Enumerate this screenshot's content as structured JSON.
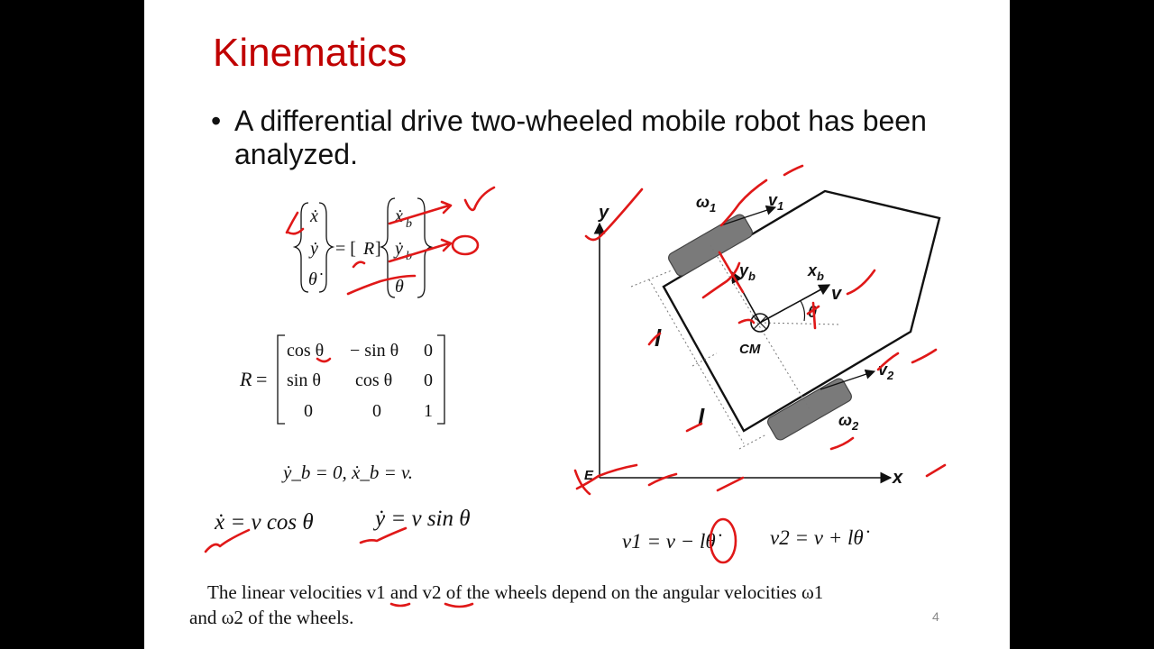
{
  "title": "Kinematics",
  "bullet": "A differential drive two-wheeled mobile robot has been analyzed.",
  "eq_constraints": "ẏ_b = 0,  ẋ_b = v.",
  "eq_xdot": "ẋ = v cos θ",
  "eq_ydot": "ẏ = v sin θ",
  "eq_v1": "v1 = v − lθ̇",
  "eq_v2": "v2 = v + lθ̇",
  "caption": {
    "line1": "The linear velocities v1 and v2 of the wheels depend on the angular velocities ω1",
    "line2": "and ω2 of the wheels."
  },
  "page_number": "4",
  "matrix_R": {
    "rows": [
      [
        "cos θ",
        "− sin θ",
        "0"
      ],
      [
        "sin θ",
        "cos θ",
        "0"
      ],
      [
        "0",
        "0",
        "1"
      ]
    ]
  },
  "diagram_labels": {
    "y_axis": "y",
    "x_axis": "x",
    "origin": "E",
    "cm": "CM",
    "xb": "x_b",
    "yb": "y_b",
    "v": "v",
    "theta": "θ",
    "v1": "v1",
    "v2": "v2",
    "w1": "ω1",
    "w2": "ω2",
    "l": "l"
  },
  "colors": {
    "title": "#c00000",
    "ink": "#e01818",
    "background": "#000000",
    "slide": "#ffffff"
  }
}
